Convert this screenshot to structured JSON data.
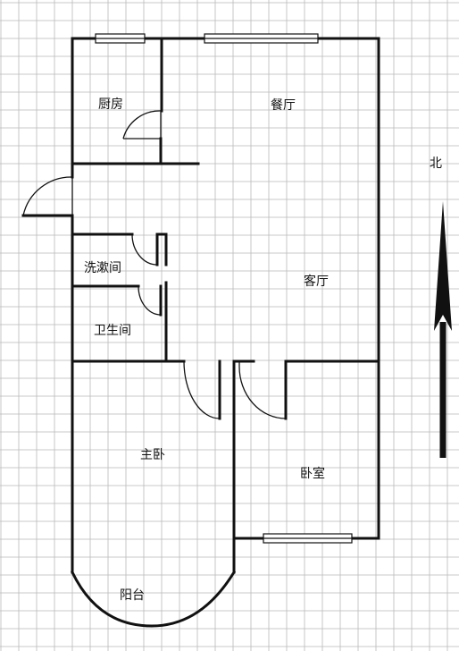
{
  "rooms": {
    "kitchen": "厨房",
    "dining": "餐厅",
    "living": "客厅",
    "laundry": "洗漱间",
    "bathroom": "卫生间",
    "master_bedroom": "主卧",
    "bedroom": "卧室",
    "balcony": "阳台"
  },
  "compass": {
    "label": "北",
    "icon": "north-arrow-icon"
  },
  "colors": {
    "grid": "#b9b9b9",
    "wall": "#111111",
    "background": "#ffffff"
  }
}
